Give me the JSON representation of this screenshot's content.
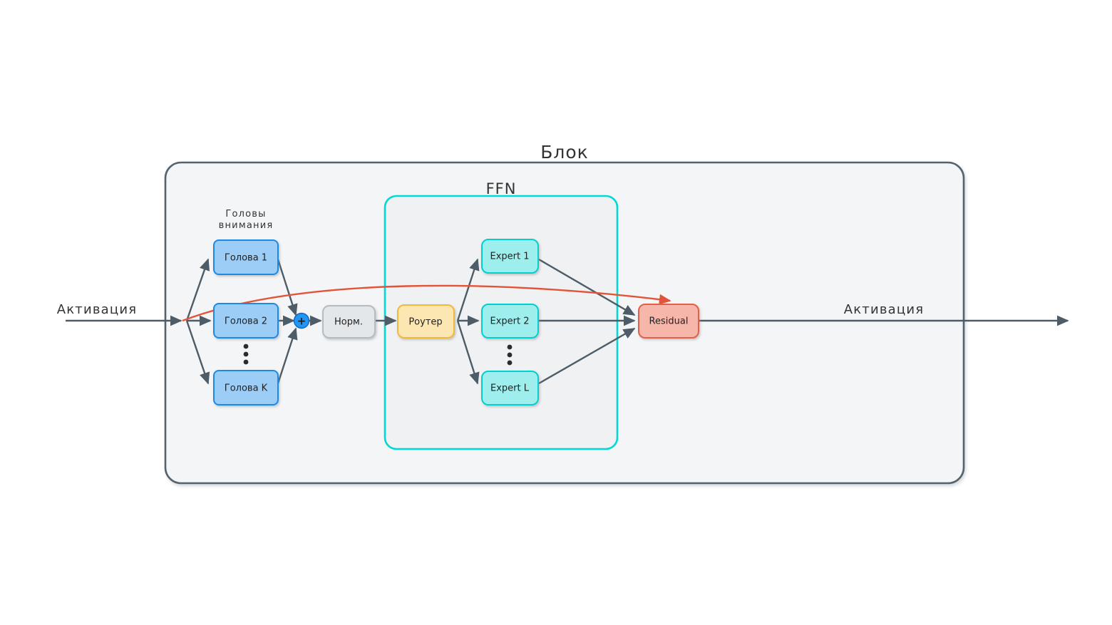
{
  "diagram": {
    "title": "Блок",
    "ffn_title": "FFN",
    "attention_group_label_line1": "Головы",
    "attention_group_label_line2": "внимания",
    "input_label": "Активация",
    "output_label": "Активация",
    "ellipsis_glyph": "•"
  },
  "nodes": {
    "head1": {
      "label": "Голова 1"
    },
    "head2": {
      "label": "Голова 2"
    },
    "headK": {
      "label": "Голова K"
    },
    "sum": {
      "label": "+"
    },
    "norm": {
      "label": "Норм."
    },
    "router": {
      "label": "Роутер"
    },
    "expert1": {
      "label": "Expert 1"
    },
    "expert2": {
      "label": "Expert 2"
    },
    "expertL": {
      "label": "Expert L"
    },
    "residual": {
      "label": "Residual"
    }
  },
  "colors": {
    "block_fill": "#f4f5f6",
    "block_stroke": "#54646e",
    "ffn_stroke": "#00d9d5",
    "ffn_fill": "#eff1f2",
    "head_fill": "#9ccdf7",
    "head_stroke": "#1b8ae5",
    "expert_fill": "#9eeeee",
    "expert_stroke": "#00d0d0",
    "norm_fill": "#e3e7ea",
    "norm_stroke": "#b4bcc2",
    "router_fill": "#fce7b2",
    "router_stroke": "#f0b93c",
    "residual_fill": "#f6b6a9",
    "residual_stroke": "#e2614a",
    "sum_fill": "#2196f3",
    "sum_stroke": "#1565c0",
    "arrow": "#4d5c66",
    "skip_arrow": "#e2543a",
    "text": "#222222",
    "dot": "#2b2b2b"
  }
}
